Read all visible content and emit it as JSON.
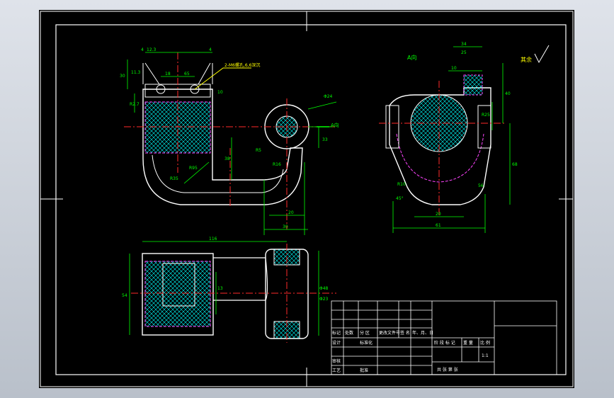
{
  "colors": {
    "background": "#000000",
    "frame": "#ffffff",
    "outline": "#ffffff",
    "dimension": "#00ff00",
    "centerline": "#ff2a2a",
    "hidden": "#ff44ff",
    "hatch": "#00ffff",
    "leader": "#ffff00",
    "annotation": "#00ff00"
  },
  "drawing": {
    "roughness_note": "其余",
    "view_arrow_label": "A向",
    "view_title": "A向",
    "hole_note": "2-M6螺孔,6,6深沉",
    "dimensions": {
      "top_4": "4",
      "top_12_3": "12.3",
      "top_4b": "4",
      "d18": "18",
      "d65": "65",
      "d30": "30",
      "d11_3": "11.3",
      "d10": "10",
      "dR2_7": "R2.7",
      "dphi24": "Φ24",
      "dR5": "R5",
      "dR95": "R95",
      "dR35": "R35",
      "dR16": "R16",
      "d20": "20",
      "d30b": "30",
      "d33": "33",
      "d38": "38",
      "d116": "116",
      "d54": "54",
      "d13": "13",
      "d34": "34",
      "d25": "25",
      "d10b": "10",
      "d40": "40",
      "dR25": "R25",
      "d68": "68",
      "d56": "56",
      "dR10": "R10",
      "d20b": "20",
      "d61": "61",
      "dphi48": "Φ48",
      "dphi23": "Φ23",
      "d45": "45°"
    }
  },
  "title_block": {
    "rows": [
      [
        "标记",
        "处数",
        "分 区",
        "更改文件号",
        "签 名",
        "年、月、日"
      ],
      [
        "设计",
        "",
        "标准化",
        "",
        "",
        ""
      ],
      [
        "审核",
        "",
        "",
        "",
        "",
        ""
      ],
      [
        "工艺",
        "",
        "批准",
        "",
        "",
        ""
      ]
    ],
    "stage_label": "阶 段 标 记",
    "weight_label": "重 量",
    "scale_label": "比 例",
    "scale_value": "1:1",
    "sheet_label": "共  张  第  张"
  }
}
